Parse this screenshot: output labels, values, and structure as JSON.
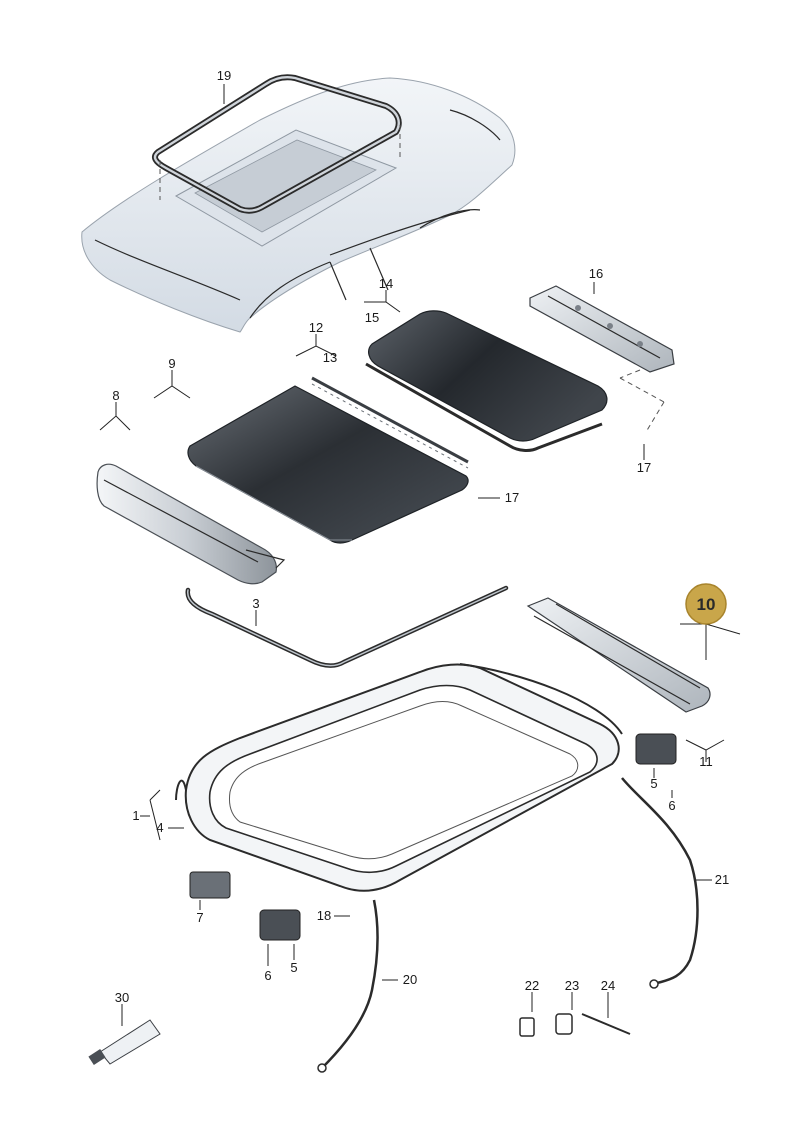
{
  "labels": {
    "p1": "1",
    "p3": "3",
    "p4": "4",
    "p5a": "5",
    "p5b": "5",
    "p6a": "6",
    "p6b": "6",
    "p7": "7",
    "p8": "8",
    "p9": "9",
    "p10": "10",
    "p11": "11",
    "p12": "12",
    "p13": "13",
    "p14": "14",
    "p15": "15",
    "p16": "16",
    "p17a": "17",
    "p17b": "17",
    "p18": "18",
    "p19": "19",
    "p20": "20",
    "p21": "21",
    "p22": "22",
    "p23": "23",
    "p24": "24",
    "p30": "30"
  },
  "colors": {
    "highlight": "#c9a64a",
    "highlight_border": "#a8842c",
    "glass_dark": "#2f3338",
    "glass_mid": "#5b6168",
    "car_shade": "#dfe6ee",
    "line": "#2a2a2a"
  }
}
